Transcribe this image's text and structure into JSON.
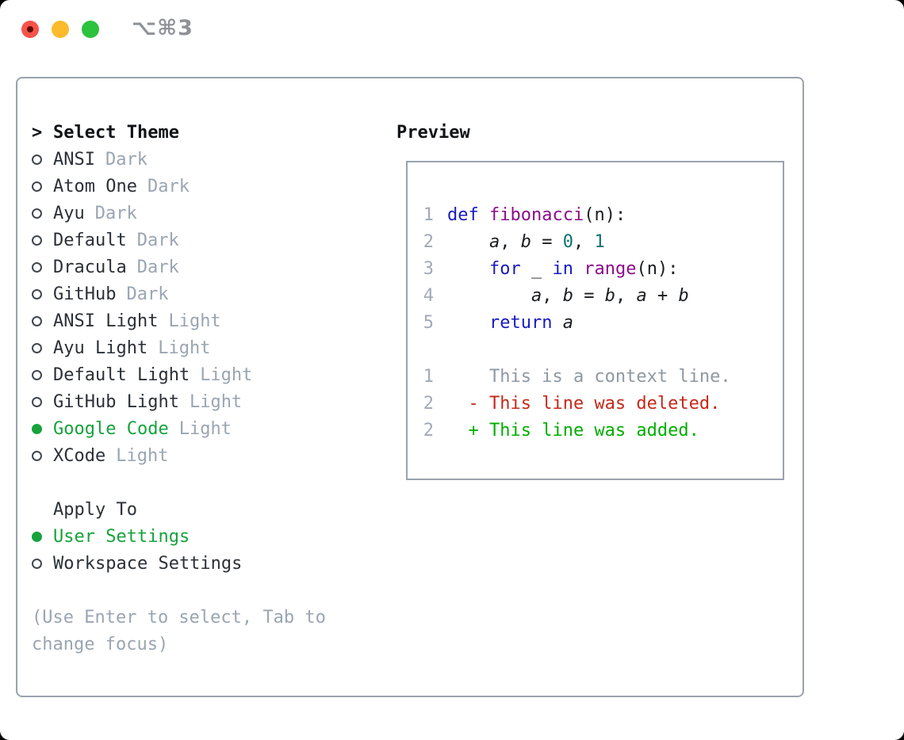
{
  "window": {
    "title": "⌥⌘3",
    "traffic_lights": [
      "close",
      "minimize",
      "zoom"
    ]
  },
  "theme_picker": {
    "header_marker": ">",
    "header": "Select Theme",
    "themes": [
      {
        "name": "ANSI",
        "variant": "Dark",
        "selected": false
      },
      {
        "name": "Atom One",
        "variant": "Dark",
        "selected": false
      },
      {
        "name": "Ayu",
        "variant": "Dark",
        "selected": false
      },
      {
        "name": "Default",
        "variant": "Dark",
        "selected": false
      },
      {
        "name": "Dracula",
        "variant": "Dark",
        "selected": false
      },
      {
        "name": "GitHub",
        "variant": "Dark",
        "selected": false
      },
      {
        "name": "ANSI Light",
        "variant": "Light",
        "selected": false
      },
      {
        "name": "Ayu Light",
        "variant": "Light",
        "selected": false
      },
      {
        "name": "Default Light",
        "variant": "Light",
        "selected": false
      },
      {
        "name": "GitHub Light",
        "variant": "Light",
        "selected": false
      },
      {
        "name": "Google Code",
        "variant": "Light",
        "selected": true
      },
      {
        "name": "XCode",
        "variant": "Light",
        "selected": false
      }
    ],
    "apply_to": {
      "header": "Apply To",
      "options": [
        {
          "label": "User Settings",
          "selected": true
        },
        {
          "label": "Workspace Settings",
          "selected": false
        }
      ]
    },
    "help_lines": [
      "(Use Enter to select, Tab to",
      "change focus)"
    ]
  },
  "preview": {
    "title": "Preview",
    "code_lines": [
      {
        "num": "1",
        "tokens": [
          {
            "t": "def",
            "c": "kwd"
          },
          {
            "t": " ",
            "c": "pln"
          },
          {
            "t": "fibonacci",
            "c": "typ"
          },
          {
            "t": "(n):",
            "c": "pln"
          }
        ]
      },
      {
        "num": "2",
        "tokens": [
          {
            "t": "    ",
            "c": "pln"
          },
          {
            "t": "a",
            "c": "var"
          },
          {
            "t": ", ",
            "c": "pln"
          },
          {
            "t": "b",
            "c": "var"
          },
          {
            "t": " = ",
            "c": "pln"
          },
          {
            "t": "0",
            "c": "lit"
          },
          {
            "t": ", ",
            "c": "pln"
          },
          {
            "t": "1",
            "c": "lit"
          }
        ]
      },
      {
        "num": "3",
        "tokens": [
          {
            "t": "    ",
            "c": "pln"
          },
          {
            "t": "for",
            "c": "kwd"
          },
          {
            "t": " _ ",
            "c": "pln"
          },
          {
            "t": "in",
            "c": "kwd"
          },
          {
            "t": " ",
            "c": "pln"
          },
          {
            "t": "range",
            "c": "typ"
          },
          {
            "t": "(n):",
            "c": "pln"
          }
        ]
      },
      {
        "num": "4",
        "tokens": [
          {
            "t": "        ",
            "c": "pln"
          },
          {
            "t": "a",
            "c": "var"
          },
          {
            "t": ", ",
            "c": "pln"
          },
          {
            "t": "b",
            "c": "var"
          },
          {
            "t": " = ",
            "c": "pln"
          },
          {
            "t": "b",
            "c": "var"
          },
          {
            "t": ", ",
            "c": "pln"
          },
          {
            "t": "a",
            "c": "var"
          },
          {
            "t": " + ",
            "c": "pln"
          },
          {
            "t": "b",
            "c": "var"
          }
        ]
      },
      {
        "num": "5",
        "tokens": [
          {
            "t": "    ",
            "c": "pln"
          },
          {
            "t": "return",
            "c": "kwd"
          },
          {
            "t": " ",
            "c": "pln"
          },
          {
            "t": "a",
            "c": "var"
          }
        ]
      }
    ],
    "diff_lines": [
      {
        "num": "1",
        "sign": " ",
        "text": "This is a context line.",
        "type": "context"
      },
      {
        "num": "2",
        "sign": "-",
        "text": "This line was deleted.",
        "type": "deleted"
      },
      {
        "num": "2",
        "sign": "+",
        "text": "This line was added.",
        "type": "added"
      }
    ]
  },
  "colors": {
    "accent_green": "#16a23c",
    "diff_added": "#00ad00",
    "diff_deleted": "#c5291a",
    "keyword_blue": "#181bc2",
    "identifier_purple": "#8b0e8b",
    "literal_teal": "#0e7171",
    "muted_gray": "#9aa5b2",
    "border_gray": "#9aa3ae",
    "traffic_red": "#f8534b",
    "traffic_yellow": "#fcbb2d",
    "traffic_green": "#2bc23e"
  }
}
